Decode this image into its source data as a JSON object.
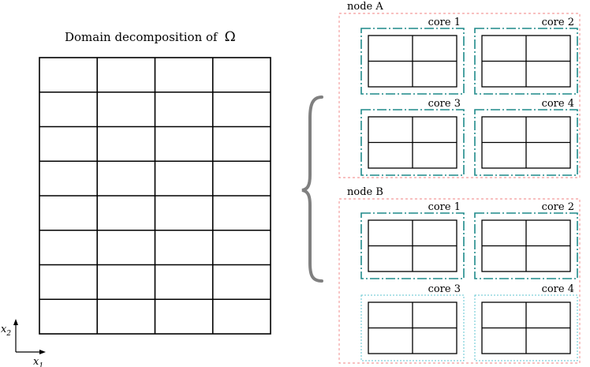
{
  "domain": {
    "title": "Domain decomposition of",
    "symbol": "Ω",
    "rows": 8,
    "cols": 4,
    "axis_x_label": "x",
    "axis_x_sub": "1",
    "axis_y_label": "x",
    "axis_y_sub": "2"
  },
  "nodes": [
    {
      "label": "node A",
      "cores": [
        {
          "label": "core 1",
          "style": "dark"
        },
        {
          "label": "core 2",
          "style": "dark"
        },
        {
          "label": "core 3",
          "style": "dark"
        },
        {
          "label": "core 4",
          "style": "dark"
        }
      ]
    },
    {
      "label": "node B",
      "cores": [
        {
          "label": "core 1",
          "style": "dark"
        },
        {
          "label": "core 2",
          "style": "dark"
        },
        {
          "label": "core 3",
          "style": "light"
        },
        {
          "label": "core 4",
          "style": "light"
        }
      ]
    }
  ],
  "colors": {
    "node_border": "#f08080",
    "core_border_dark": "#1f8a8a",
    "core_border_light": "#5fc4d0",
    "brace": "#808080"
  }
}
